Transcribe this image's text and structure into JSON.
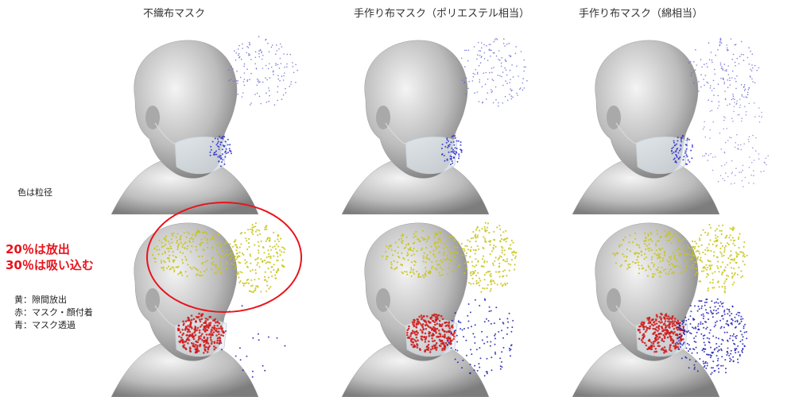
{
  "columns": [
    {
      "title": "不織布マスク"
    },
    {
      "title": "手作り布マスク（ポリエステル相当）"
    },
    {
      "title": "手作り布マスク（綿相当）"
    }
  ],
  "row_labels": {
    "top": "色は粒径"
  },
  "callout": {
    "line1": "20％は放出",
    "line2": "30％は吸い込む"
  },
  "legend": {
    "items": [
      {
        "text": "黄：隙間放出",
        "color": "#c8c418"
      },
      {
        "text": "赤：マスク・顔付着",
        "color": "#d01a1a"
      },
      {
        "text": "青：マスク透過",
        "color": "#1e1eb4"
      }
    ]
  },
  "colors": {
    "head": "#b8b8b8",
    "particle_top": "#6a6ad8",
    "highlight": "#e8141c"
  }
}
